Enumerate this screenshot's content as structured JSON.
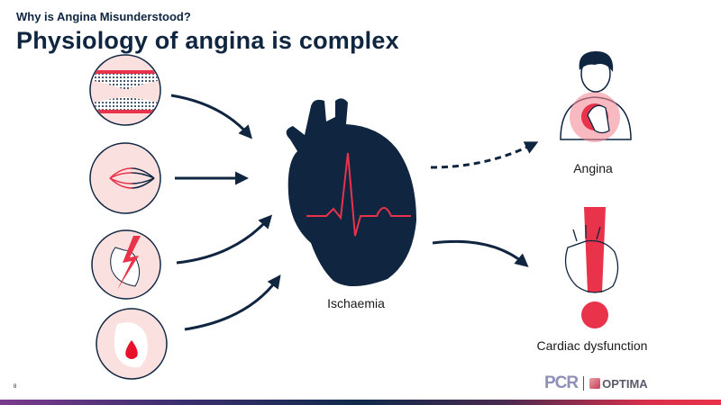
{
  "header": {
    "subtitle": "Why is Angina Misunderstood?",
    "title": "Physiology of angina is complex"
  },
  "diagram": {
    "causes": [
      {
        "icon": "coronary-stenosis-icon"
      },
      {
        "icon": "microvascular-dysfunction-icon"
      },
      {
        "icon": "vasospasm-heart-icon"
      },
      {
        "icon": "heart-blood-drop-icon"
      }
    ],
    "center_label": "Ischaemia",
    "outcomes": [
      {
        "label": "Angina",
        "arrow": "dashed"
      },
      {
        "label": "Cardiac dysfunction",
        "arrow": "solid"
      }
    ]
  },
  "footer": {
    "slide_number": "8",
    "logo_left": "PCR",
    "logo_right": "OPTIMA"
  },
  "colors": {
    "navy": "#0f2540",
    "red": "#e8334a",
    "pink": "#fbe0e0"
  }
}
